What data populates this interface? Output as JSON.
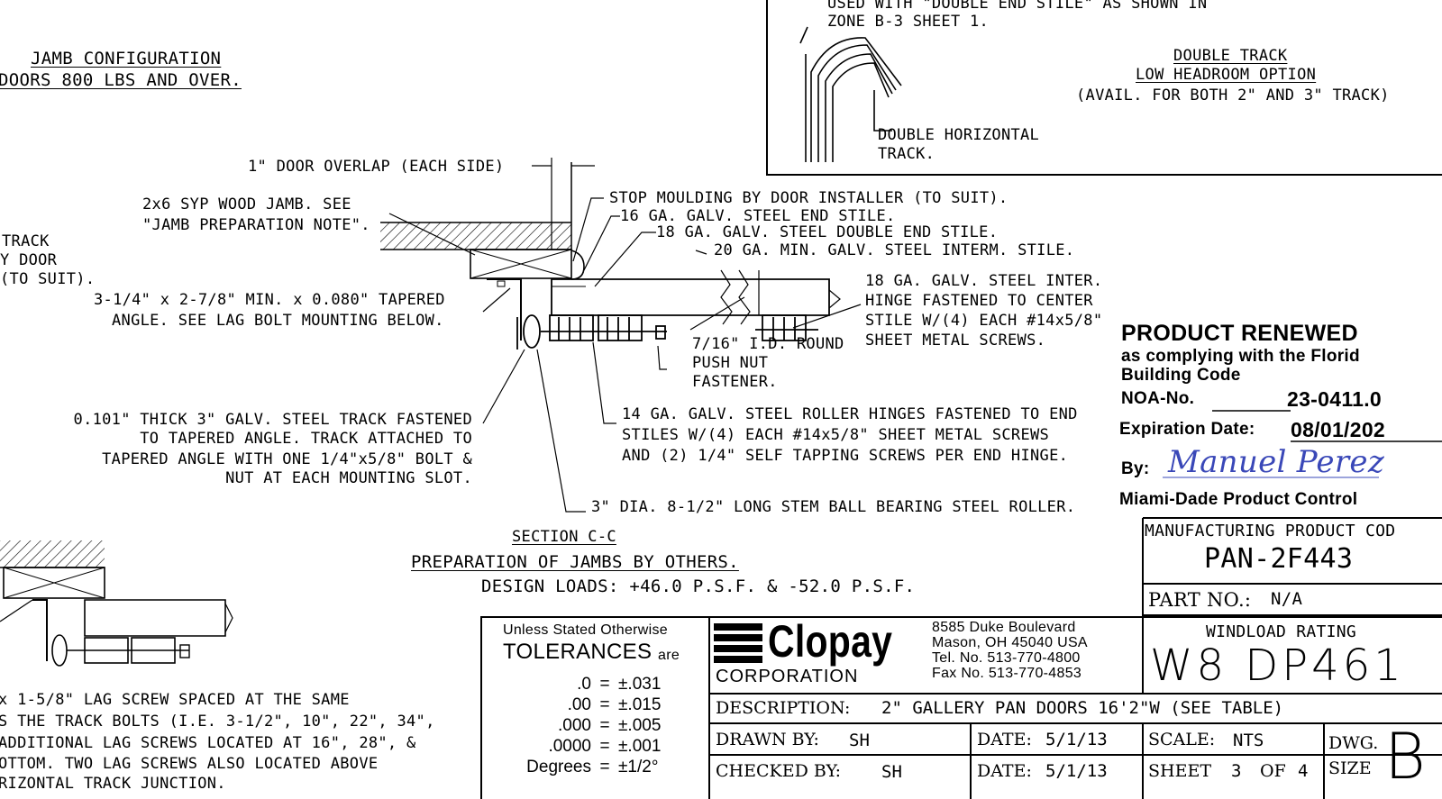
{
  "top_box": {
    "note_line1": "USED WITH \"DOUBLE END STILE\" AS SHOWN IN",
    "note_line2": "ZONE B-3 SHEET 1.",
    "title1": "DOUBLE TRACK",
    "title2": "LOW HEADROOM OPTION",
    "subtitle": "(AVAIL. FOR BOTH 2\" AND 3\" TRACK)",
    "callout1": "DOUBLE HORIZONTAL",
    "callout2": "TRACK."
  },
  "jamb_config": {
    "title1": "JAMB CONFIGURATION",
    "title2": "DOORS 800 LBS AND OVER."
  },
  "left_partial": [
    "TRACK",
    "Y DOOR",
    "(TO SUIT)."
  ],
  "callouts": {
    "overlap": "1\" DOOR OVERLAP (EACH SIDE)",
    "jamb1": "2x6 SYP WOOD JAMB. SEE",
    "jamb2": "\"JAMB PREPARATION NOTE\".",
    "angle1": "3-1/4\" x 2-7/8\" MIN. x 0.080\" TAPERED",
    "angle2": "ANGLE. SEE LAG BOLT MOUNTING BELOW.",
    "stop": "STOP MOULDING BY DOOR INSTALLER (TO SUIT).",
    "end_stile": "16 GA. GALV. STEEL END STILE.",
    "double_end": "18 GA. GALV. STEEL DOUBLE END STILE.",
    "interm": "20 GA. MIN. GALV. STEEL INTERM. STILE.",
    "inter1": "18 GA. GALV. STEEL INTER.",
    "inter2": "HINGE FASTENED TO CENTER",
    "inter3": "STILE W/(4) EACH #14x5/8\"",
    "inter4": "SHEET METAL SCREWS.",
    "push1": "7/16\" I.D. ROUND",
    "push2": "PUSH NUT",
    "push3": "FASTENER.",
    "track1": "0.101\" THICK 3\" GALV. STEEL TRACK FASTENED",
    "track2": "TO TAPERED ANGLE. TRACK ATTACHED TO",
    "track3": "TAPERED ANGLE WITH ONE 1/4\"x5/8\" BOLT &",
    "track4": "NUT AT EACH MOUNTING SLOT.",
    "hinge1": "14 GA. GALV. STEEL ROLLER HINGES FASTENED TO END",
    "hinge2": "STILES W/(4) EACH #14x5/8\" SHEET METAL SCREWS",
    "hinge3": "AND (2) 1/4\" SELF TAPPING SCREWS PER END HINGE.",
    "roller": "3\" DIA. 8-1/2\" LONG STEM BALL BEARING STEEL ROLLER."
  },
  "section": {
    "title": "SECTION C-C",
    "prep": "PREPARATION OF JAMBS BY OTHERS.",
    "loads": "DESIGN LOADS: +46.0 P.S.F. & -52.0 P.S.F."
  },
  "lag_note": [
    "x 1-5/8\" LAG SCREW SPACED AT THE SAME",
    "S THE TRACK BOLTS (I.E. 3-1/2\", 10\", 22\", 34\",",
    "ADDITIONAL LAG SCREWS LOCATED AT 16\", 28\", &",
    "OTTOM.  TWO LAG SCREWS ALSO LOCATED ABOVE",
    "RIZONTAL TRACK JUNCTION."
  ],
  "stamp": {
    "renewed": "PRODUCT RENEWED",
    "line2": "as complying with the Florid",
    "line3": "Building Code",
    "noa_label": "NOA-No.",
    "noa_value": "23-0411.0",
    "exp_label": "Expiration Date:",
    "exp_value": "08/01/202",
    "by_label": "By:",
    "signature": "Manuel Perez",
    "control": "Miami-Dade Product Control"
  },
  "title_block": {
    "tol_header": "Unless Stated Otherwise",
    "tol_title": "TOLERANCES",
    "tol_are": "are",
    "tolerances": [
      {
        "k": ".0",
        "v": "±.031"
      },
      {
        "k": ".00",
        "v": "±.015"
      },
      {
        "k": ".000",
        "v": "±.005"
      },
      {
        "k": ".0000",
        "v": "±.001"
      },
      {
        "k": "Degrees",
        "v": "±1/2°"
      }
    ],
    "company": "Clopay",
    "corporation": "CORPORATION",
    "address1": "8585 Duke Boulevard",
    "address2": "Mason, OH 45040 USA",
    "tel": "Tel. No. 513-770-4800",
    "fax": "Fax No. 513-770-4853",
    "mfg_label": "MANUFACTURING PRODUCT COD",
    "mfg_value": "PAN-2F443",
    "part_label": "PART NO.:",
    "part_value": "N/A",
    "wind_label": "WINDLOAD RATING",
    "wind_value": "W8  DP461",
    "desc_label": "DESCRIPTION:",
    "desc_value": "2\" GALLERY PAN DOORS 16'2\"W (SEE TABLE)",
    "drawn_label": "DRAWN BY:",
    "drawn_value": "SH",
    "date1_label": "DATE:",
    "date1_value": "5/1/13",
    "scale_label": "SCALE:",
    "scale_value": "NTS",
    "dwg_label1": "DWG.",
    "dwg_label2": "SIZE",
    "dwg_value": "B",
    "checked_label": "CHECKED BY:",
    "checked_value": "SH",
    "date2_label": "DATE:",
    "date2_value": "5/1/13",
    "sheet_label": "SHEET",
    "sheet_value": "3",
    "of_label": "OF",
    "of_value": "4"
  }
}
